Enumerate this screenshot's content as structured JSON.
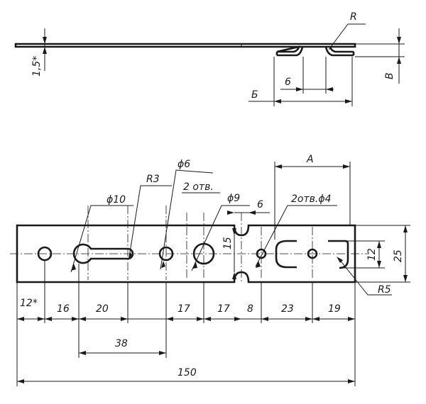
{
  "labels": {
    "radius_side": "R",
    "thickness": "1,5*",
    "letter_b": "Б",
    "side_gap": "6",
    "letter_v": "В",
    "letter_a": "А",
    "phi6": "ϕ6",
    "r3": "R3",
    "holes_2": "2 отв.",
    "phi10": "ϕ10",
    "phi9": "ϕ9",
    "slot_w": "6",
    "holes_phi4": "2отв.ϕ4",
    "notch_depth": "15",
    "inner_h": "12",
    "outer_h": "25",
    "r5": "R5",
    "dim_12": "12*",
    "dim_16": "16",
    "dim_20": "20",
    "dim_17a": "17",
    "dim_17b": "17",
    "dim_8": "8",
    "dim_23": "23",
    "dim_19": "19",
    "dim_38": "38",
    "dim_150": "150"
  }
}
